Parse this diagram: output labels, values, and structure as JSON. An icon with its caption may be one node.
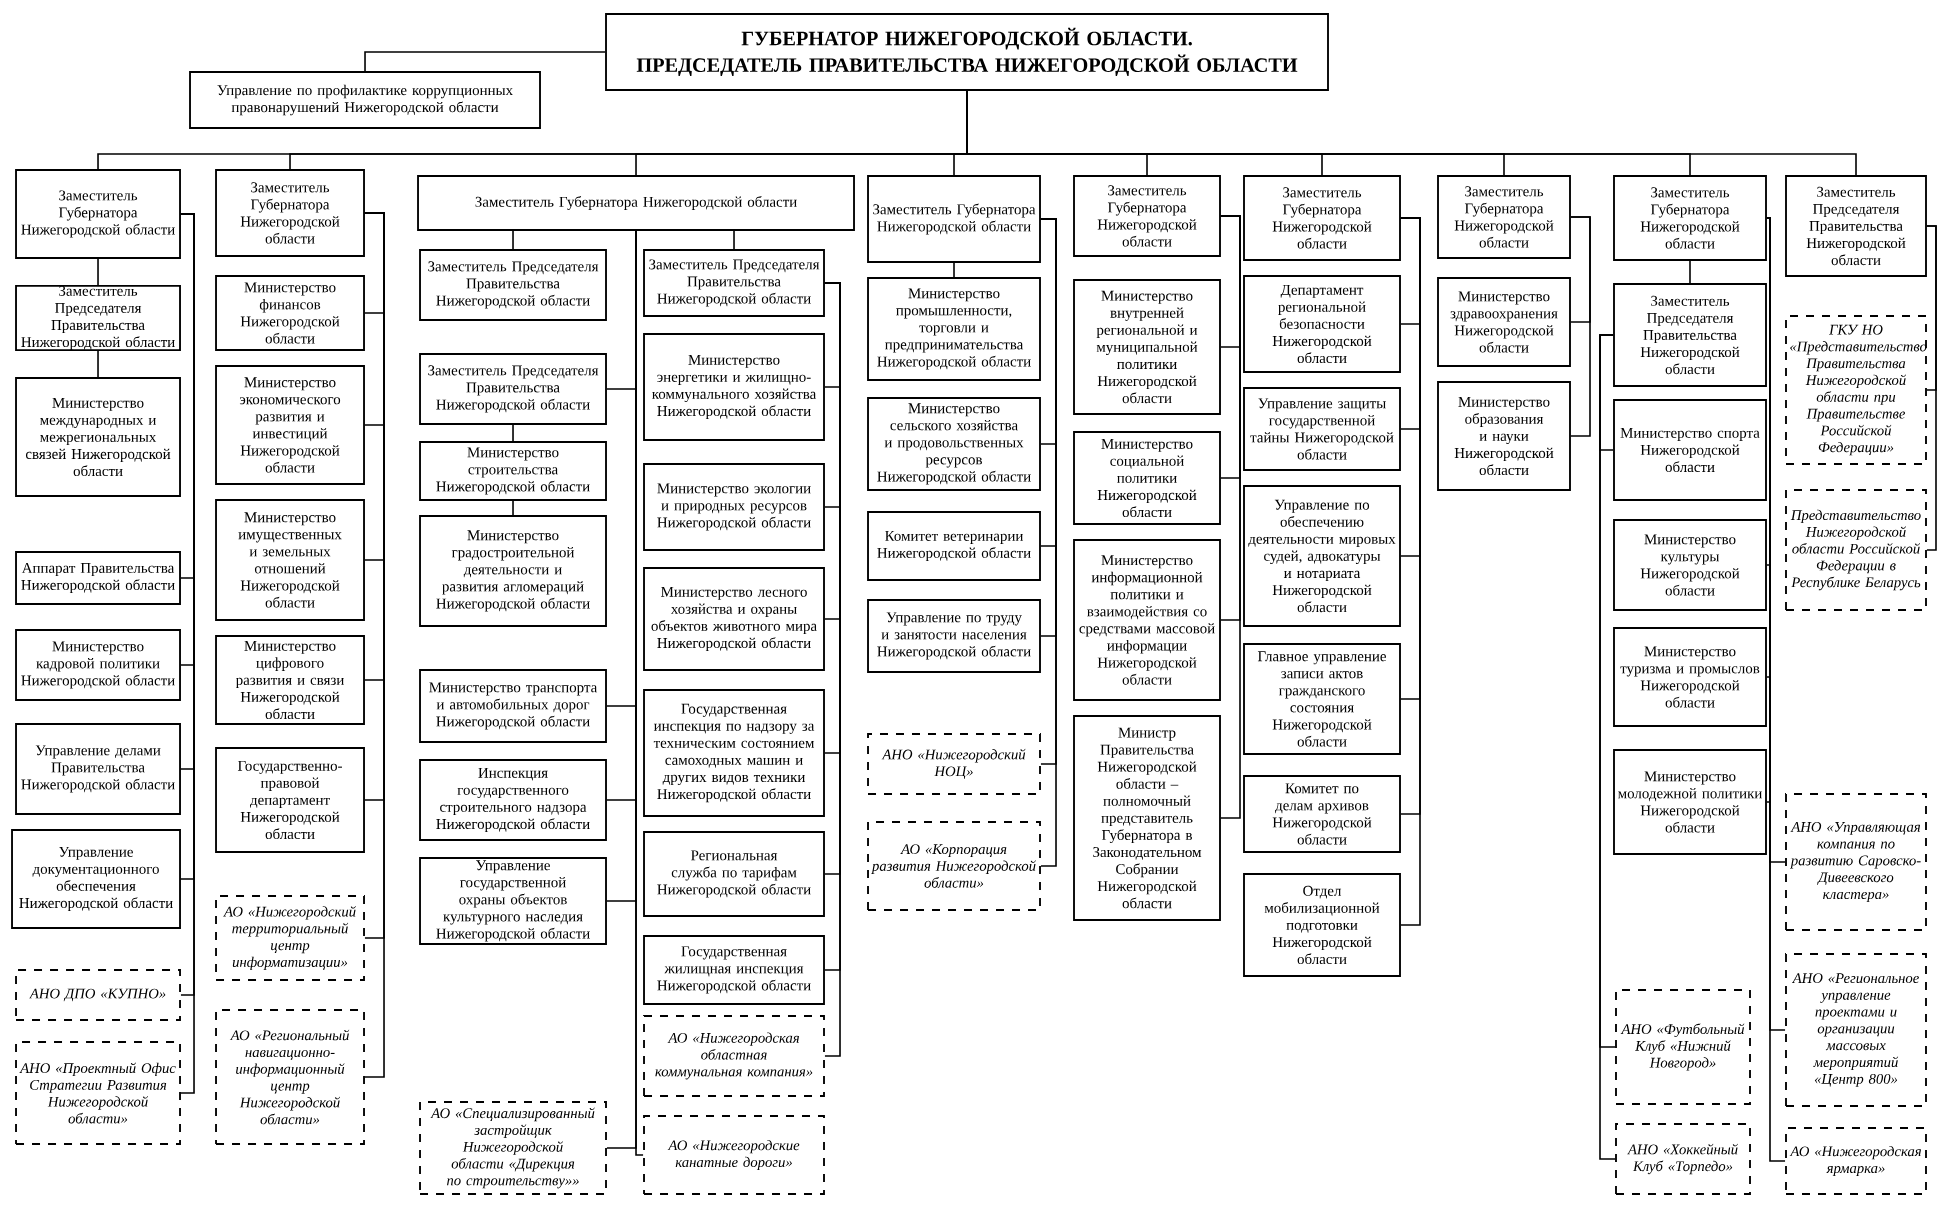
{
  "diagram": {
    "nodes": [
      {
        "text": [
          "ГУБЕРНАТОР НИЖЕГОРОДСКОЙ ОБЛАСТИ.",
          "ПРЕДСЕДАТЕЛЬ ПРАВИТЕЛЬСТВА НИЖЕГОРОДСКОЙ ОБЛАСТИ"
        ]
      },
      {
        "text": [
          "Управление по профилактике коррупционных правонарушений Нижегородской области"
        ]
      },
      {
        "text": [
          "Заместитель Губернатора Нижегородской области"
        ]
      },
      {
        "text": [
          "Заместитель Председателя Правительства Нижегородской области"
        ]
      },
      {
        "text": [
          "Министерство международных и межрегиональных связей Нижегородской области"
        ]
      },
      {
        "text": [
          "Аппарат Правительства Нижегородской области"
        ]
      },
      {
        "text": [
          "Министерство кадровой политики Нижегородской области"
        ]
      },
      {
        "text": [
          "Управление делами Правительства Нижегородской области"
        ]
      },
      {
        "text": [
          "Управление документационного обеспечения Нижегородской области"
        ]
      },
      {
        "text": [
          "АНО ДПО «КУПНО»"
        ]
      },
      {
        "text": [
          "АНО «Проектный Офис Стратегии Развития Нижегородской области»"
        ]
      },
      {
        "text": [
          "Заместитель Губернатора Нижегородской области"
        ]
      },
      {
        "text": [
          "Министерство финансов Нижегородской области"
        ]
      },
      {
        "text": [
          "Министерство экономического развития и инвестиций Нижегородской области"
        ]
      },
      {
        "text": [
          "Министерство имущественных и земельных отношений Нижегородской области"
        ]
      },
      {
        "text": [
          "Министерство цифрового развития и связи Нижегородской области"
        ]
      },
      {
        "text": [
          "Государственно-правовой департамент Нижегородской области"
        ]
      },
      {
        "text": [
          "АО «Нижегородский территориальный центр информатизации»"
        ]
      },
      {
        "text": [
          "АО «Региональный навигационно-информационный центр Нижегородской области»"
        ]
      },
      {
        "text": [
          "Заместитель Губернатора Нижегородской области"
        ]
      },
      {
        "text": [
          "Заместитель Председателя Правительства Нижегородской области"
        ]
      },
      {
        "text": [
          "Заместитель Председателя Правительства Нижегородской области"
        ]
      },
      {
        "text": [
          "Заместитель Председателя Правительства Нижегородской области"
        ]
      },
      {
        "text": [
          "Министерство строительства Нижегородской области"
        ]
      },
      {
        "text": [
          "Министерство градостроительной деятельности и развития агломераций Нижегородской области"
        ]
      },
      {
        "text": [
          "Министерство транспорта и автомобильных дорог Нижегородской области"
        ]
      },
      {
        "text": [
          "Инспекция государственного строительного надзора Нижегородской области"
        ]
      },
      {
        "text": [
          "Управление государственной охраны объектов культурного наследия Нижегородской области"
        ]
      },
      {
        "text": [
          "АО «Специализированный застройщик Нижегородской области «Дирекция по строительству»»"
        ]
      },
      {
        "text": [
          "Министерство энергетики и жилищно-коммунального хозяйства Нижегородской области"
        ]
      },
      {
        "text": [
          "Министерство экологии и природных ресурсов Нижегородской области"
        ]
      },
      {
        "text": [
          "Министерство лесного хозяйства и охраны объектов животного мира Нижегородской области"
        ]
      },
      {
        "text": [
          "Государственная инспекция по надзору за техническим состоянием самоходных машин и других видов техники Нижегородской области"
        ]
      },
      {
        "text": [
          "Региональная служба по тарифам Нижегородской области"
        ]
      },
      {
        "text": [
          "Государственная жилищная инспекция Нижегородской области"
        ]
      },
      {
        "text": [
          "АО «Нижегородская областная коммунальная компания»"
        ]
      },
      {
        "text": [
          "АО «Нижегородские канатные дороги»"
        ]
      },
      {
        "text": [
          "Заместитель Губернатора Нижегородской области"
        ]
      },
      {
        "text": [
          "Министерство промышленности, торговли и предпринимательства Нижегородской области"
        ]
      },
      {
        "text": [
          "Министерство сельского хозяйства и продовольственных ресурсов Нижегородской области"
        ]
      },
      {
        "text": [
          "Комитет ветеринарии Нижегородской области"
        ]
      },
      {
        "text": [
          "Управление по труду и занятости населения Нижегородской области"
        ]
      },
      {
        "text": [
          "АНО «Нижегородский НОЦ»"
        ]
      },
      {
        "text": [
          "АО «Корпорация развития Нижегородской области»"
        ]
      },
      {
        "text": [
          "Заместитель Губернатора Нижегородской области"
        ]
      },
      {
        "text": [
          "Министерство внутренней региональной и муниципальной политики Нижегородской области"
        ]
      },
      {
        "text": [
          "Министерство социальной политики Нижегородской области"
        ]
      },
      {
        "text": [
          "Министерство информационной политики и взаимодействия со средствами массовой информации Нижегородской области"
        ]
      },
      {
        "text": [
          "Министр Правительства Нижегородской области – полномочный представитель Губернатора в Законодательном Собрании Нижегородской области"
        ]
      },
      {
        "text": [
          "Заместитель Губернатора Нижегородской области"
        ]
      },
      {
        "text": [
          "Департамент региональной безопасности Нижегородской области"
        ]
      },
      {
        "text": [
          "Управление защиты государственной тайны Нижегородской области"
        ]
      },
      {
        "text": [
          "Управление по обеспечению деятельности мировых судей, адвокатуры и нотариата Нижегородской области"
        ]
      },
      {
        "text": [
          "Главное управление записи актов гражданского состояния Нижегородской области"
        ]
      },
      {
        "text": [
          "Комитет по делам архивов Нижегородской области"
        ]
      },
      {
        "text": [
          "Отдел мобилизационной подготовки Нижегородской области"
        ]
      },
      {
        "text": [
          "Заместитель Губернатора Нижегородской области"
        ]
      },
      {
        "text": [
          "Министерство здравоохранения Нижегородской области"
        ]
      },
      {
        "text": [
          "Министерство образования и науки Нижегородской области"
        ]
      },
      {
        "text": [
          "Заместитель Губернатора Нижегородской области"
        ]
      },
      {
        "text": [
          "Заместитель Председателя Правительства Нижегородской области"
        ]
      },
      {
        "text": [
          "Министерство спорта Нижегородской области"
        ]
      },
      {
        "text": [
          "Министерство культуры Нижегородской области"
        ]
      },
      {
        "text": [
          "Министерство туризма и промыслов Нижегородской области"
        ]
      },
      {
        "text": [
          "Министерство молодежной политики Нижегородской области"
        ]
      },
      {
        "text": [
          "АНО «Управляющая компания по развитию Саровско-Дивеевского кластера»"
        ]
      },
      {
        "text": [
          "АНО «Региональное управление проектами и организации массовых мероприятий «Центр 800»"
        ]
      },
      {
        "text": [
          "АНО «Футбольный Клуб «Нижний Новгород»"
        ]
      },
      {
        "text": [
          "АНО «Хоккейный Клуб «Торпедо»"
        ]
      },
      {
        "text": [
          "АО «Нижегородская ярмарка»"
        ]
      },
      {
        "text": [
          "Заместитель Председателя Правительства Нижегородской области"
        ]
      },
      {
        "text": [
          "ГКУ НО «Представительство Правительства Нижегородской области при Правительстве Российской Федерации»"
        ]
      },
      {
        "text": [
          "Представительство Нижегородской области Российской Федерации в Республике Беларусь"
        ]
      }
    ],
    "edges": [
      {
        "from": 0,
        "to": 1,
        "arrow": "none"
      },
      {
        "from": 0,
        "to": 2,
        "arrow": "none"
      },
      {
        "from": 0,
        "to": 11,
        "arrow": "none"
      },
      {
        "from": 0,
        "to": 19,
        "arrow": "none"
      },
      {
        "from": 0,
        "to": 37,
        "arrow": "none"
      },
      {
        "from": 0,
        "to": 44,
        "arrow": "none"
      },
      {
        "from": 0,
        "to": 49,
        "arrow": "none"
      },
      {
        "from": 0,
        "to": 56,
        "arrow": "none"
      },
      {
        "from": 0,
        "to": 59,
        "arrow": "none"
      },
      {
        "from": 0,
        "to": 70,
        "arrow": "none"
      },
      {
        "from": 2,
        "to": 3,
        "arrow": "none"
      },
      {
        "from": 3,
        "to": 4,
        "arrow": "none"
      },
      {
        "from": 2,
        "to": 5,
        "arrow": "none"
      },
      {
        "from": 2,
        "to": 6,
        "arrow": "none"
      },
      {
        "from": 2,
        "to": 7,
        "arrow": "none"
      },
      {
        "from": 2,
        "to": 8,
        "arrow": "none"
      },
      {
        "from": 2,
        "to": 9,
        "arrow": "none"
      },
      {
        "from": 2,
        "to": 10,
        "arrow": "none"
      },
      {
        "from": 11,
        "to": 12,
        "arrow": "none"
      },
      {
        "from": 11,
        "to": 13,
        "arrow": "none"
      },
      {
        "from": 11,
        "to": 14,
        "arrow": "none"
      },
      {
        "from": 11,
        "to": 15,
        "arrow": "none"
      },
      {
        "from": 11,
        "to": 16,
        "arrow": "none"
      },
      {
        "from": 11,
        "to": 17,
        "arrow": "none"
      },
      {
        "from": 11,
        "to": 18,
        "arrow": "none"
      },
      {
        "from": 19,
        "to": 20,
        "arrow": "none"
      },
      {
        "from": 19,
        "to": 21,
        "arrow": "none"
      },
      {
        "from": 19,
        "to": 22,
        "arrow": "none"
      },
      {
        "from": 22,
        "to": 23,
        "arrow": "none"
      },
      {
        "from": 23,
        "to": 24,
        "arrow": "none"
      },
      {
        "from": 19,
        "to": 25,
        "arrow": "none"
      },
      {
        "from": 19,
        "to": 26,
        "arrow": "none"
      },
      {
        "from": 19,
        "to": 27,
        "arrow": "none"
      },
      {
        "from": 19,
        "to": 28,
        "arrow": "none"
      },
      {
        "from": 19,
        "to": 36,
        "arrow": "none"
      },
      {
        "from": 21,
        "to": 29,
        "arrow": "none"
      },
      {
        "from": 21,
        "to": 30,
        "arrow": "none"
      },
      {
        "from": 21,
        "to": 31,
        "arrow": "none"
      },
      {
        "from": 21,
        "to": 32,
        "arrow": "none"
      },
      {
        "from": 21,
        "to": 33,
        "arrow": "none"
      },
      {
        "from": 21,
        "to": 34,
        "arrow": "none"
      },
      {
        "from": 21,
        "to": 35,
        "arrow": "none"
      },
      {
        "from": 37,
        "to": 38,
        "arrow": "none"
      },
      {
        "from": 37,
        "to": 39,
        "arrow": "none"
      },
      {
        "from": 37,
        "to": 40,
        "arrow": "none"
      },
      {
        "from": 37,
        "to": 41,
        "arrow": "none"
      },
      {
        "from": 37,
        "to": 42,
        "arrow": "none"
      },
      {
        "from": 37,
        "to": 43,
        "arrow": "none"
      },
      {
        "from": 44,
        "to": 45,
        "arrow": "none"
      },
      {
        "from": 44,
        "to": 46,
        "arrow": "none"
      },
      {
        "from": 44,
        "to": 47,
        "arrow": "none"
      },
      {
        "from": 44,
        "to": 48,
        "arrow": "none"
      },
      {
        "from": 49,
        "to": 50,
        "arrow": "none"
      },
      {
        "from": 49,
        "to": 51,
        "arrow": "none"
      },
      {
        "from": 49,
        "to": 52,
        "arrow": "none"
      },
      {
        "from": 49,
        "to": 53,
        "arrow": "none"
      },
      {
        "from": 49,
        "to": 54,
        "arrow": "none"
      },
      {
        "from": 49,
        "to": 55,
        "arrow": "none"
      },
      {
        "from": 56,
        "to": 57,
        "arrow": "none"
      },
      {
        "from": 56,
        "to": 58,
        "arrow": "none"
      },
      {
        "from": 59,
        "to": 60,
        "arrow": "none"
      },
      {
        "from": 60,
        "to": 61,
        "arrow": "none"
      },
      {
        "from": 59,
        "to": 62,
        "arrow": "none"
      },
      {
        "from": 59,
        "to": 63,
        "arrow": "none"
      },
      {
        "from": 59,
        "to": 64,
        "arrow": "none"
      },
      {
        "from": 59,
        "to": 65,
        "arrow": "none"
      },
      {
        "from": 59,
        "to": 66,
        "arrow": "none"
      },
      {
        "from": 60,
        "to": 67,
        "arrow": "none"
      },
      {
        "from": 60,
        "to": 68,
        "arrow": "none"
      },
      {
        "from": 59,
        "to": 69,
        "arrow": "none"
      },
      {
        "from": 70,
        "to": 71,
        "arrow": "none"
      },
      {
        "from": 70,
        "to": 72,
        "arrow": "none"
      }
    ]
  }
}
